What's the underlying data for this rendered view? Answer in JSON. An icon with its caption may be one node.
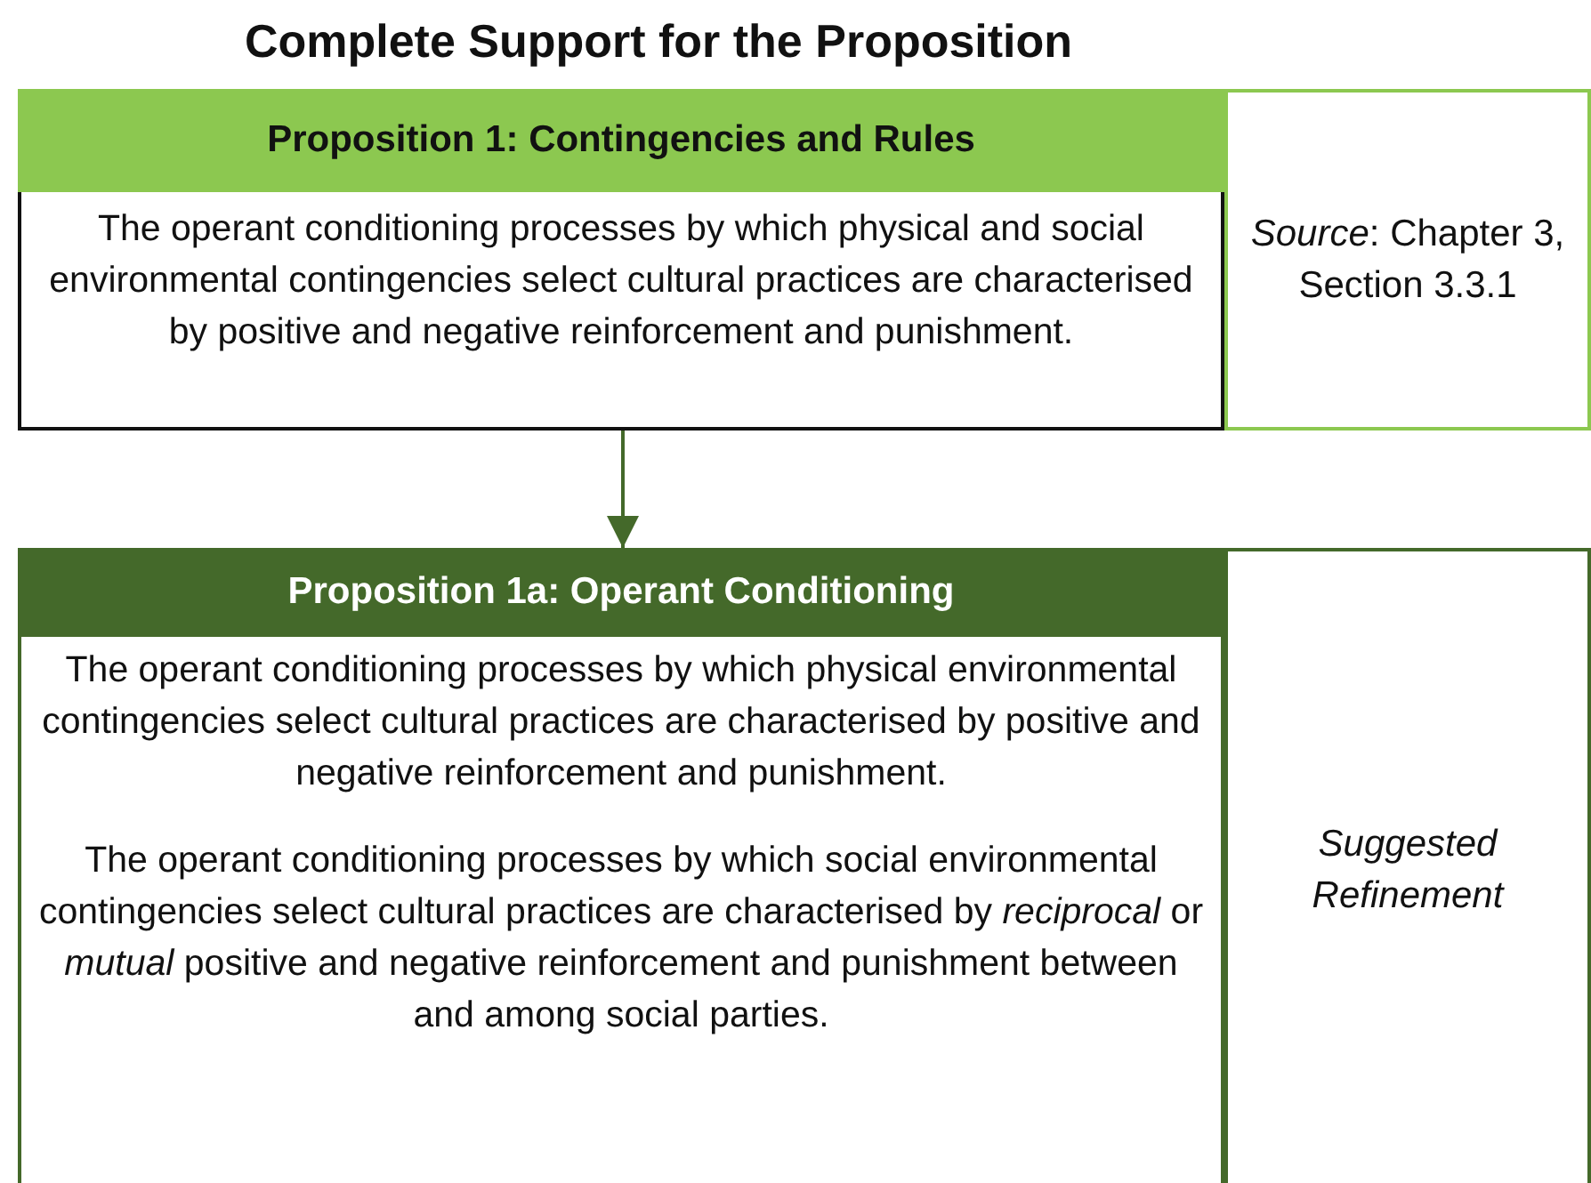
{
  "diagram": {
    "title": "Complete Support for the Proposition",
    "nodes": [
      {
        "text": [
          "Proposition 1: Contingencies and Rules",
          "The operant conditioning processes by which physical and social environmental contingencies select cultural practices are characterised by positive and negative reinforcement and punishment."
        ]
      },
      {
        "text": [
          "*Source*: Chapter 3, Section 3.3.1"
        ]
      },
      {
        "text": [
          "Proposition 1a: Operant Conditioning",
          "The operant conditioning processes by which physical environmental contingencies select cultural practices are characterised by positive and negative reinforcement and punishment.",
          "The operant conditioning processes by which social environmental contingencies select cultural practices are characterised by *reciprocal* or *mutual* positive and negative reinforcement and punishment between and among social parties."
        ]
      },
      {
        "text": [
          "Suggested Refinement"
        ]
      }
    ],
    "edges": [
      {
        "from": 0,
        "to": 2,
        "arrow": "to",
        "color": "#44692a"
      }
    ]
  }
}
